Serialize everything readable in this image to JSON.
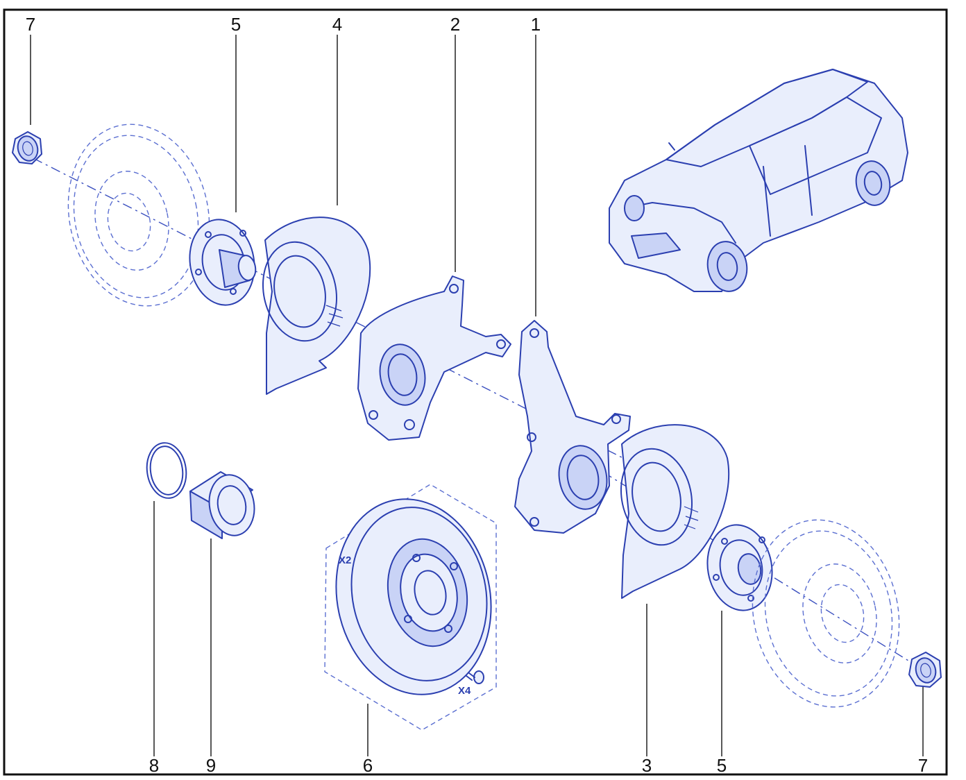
{
  "callouts_top": [
    {
      "id": "c7l",
      "label": "7"
    },
    {
      "id": "c5l",
      "label": "5"
    },
    {
      "id": "c4",
      "label": "4"
    },
    {
      "id": "c2",
      "label": "2"
    },
    {
      "id": "c1",
      "label": "1"
    }
  ],
  "callouts_bottom": [
    {
      "id": "c8",
      "label": "8"
    },
    {
      "id": "c9",
      "label": "9"
    },
    {
      "id": "c6",
      "label": "6"
    },
    {
      "id": "c3",
      "label": "3"
    },
    {
      "id": "c5r",
      "label": "5"
    },
    {
      "id": "c7r",
      "label": "7"
    }
  ],
  "quantities": {
    "disc_qty": "X2",
    "screw_qty": "X4"
  },
  "colors": {
    "ink": "#2b3fb0",
    "frame": "#111111"
  }
}
